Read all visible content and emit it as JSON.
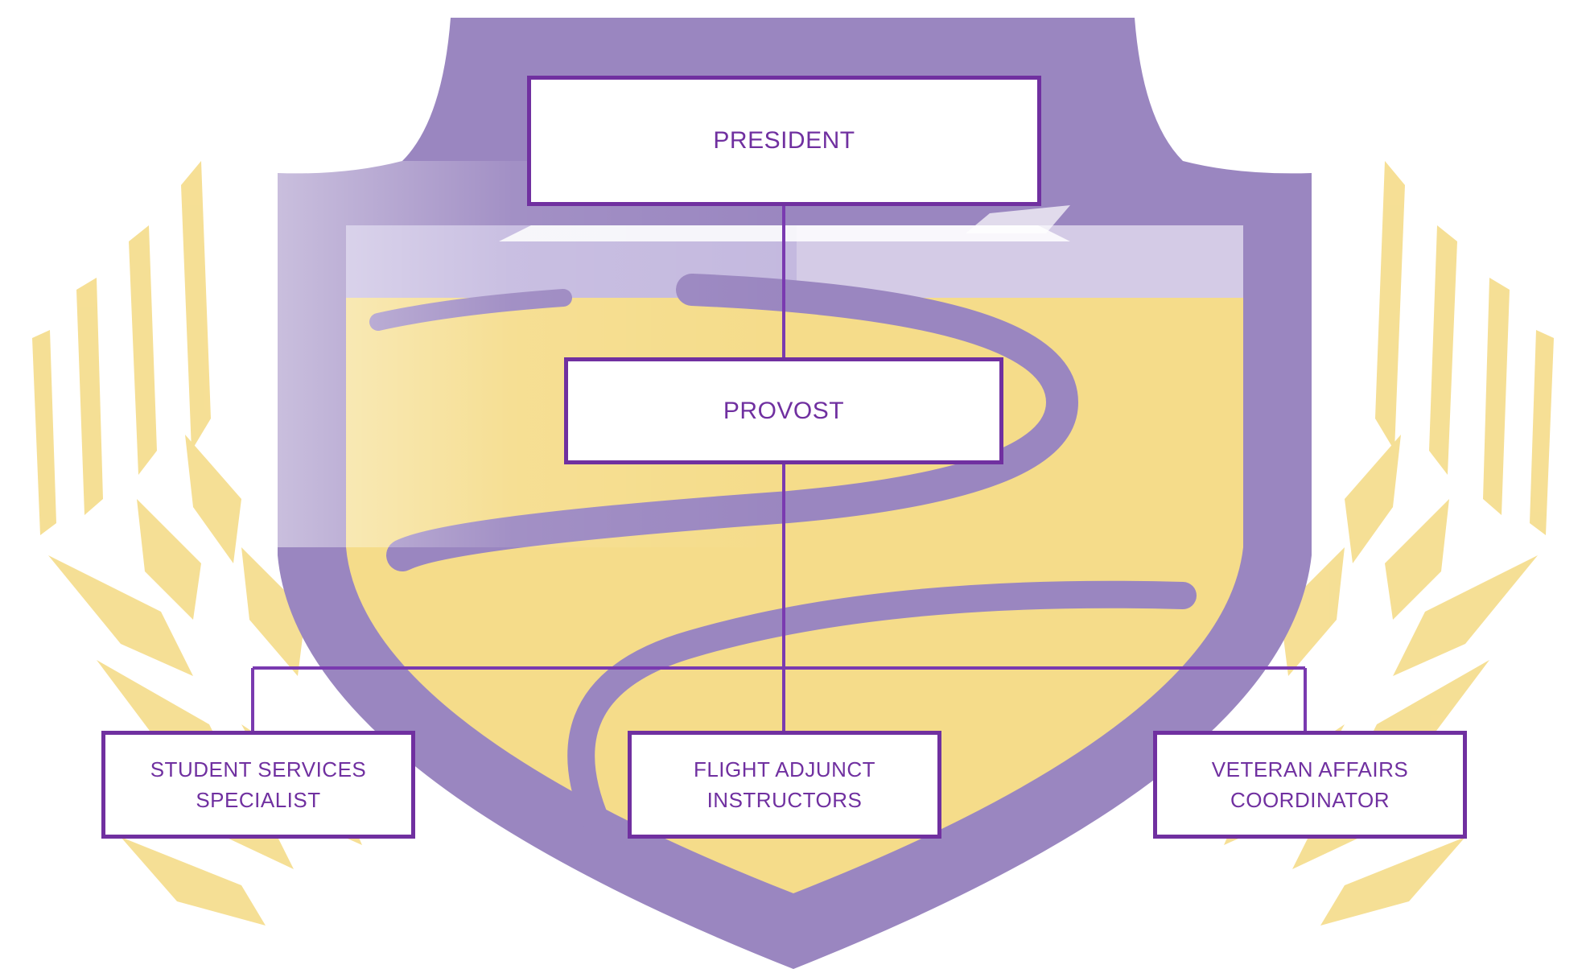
{
  "colors": {
    "box_border": "#7030a0",
    "box_text": "#7030a0",
    "connector": "#7a3ab0",
    "shield_purple": "#9a86c0",
    "wheat_gold": "#f3d77e"
  },
  "background": {
    "emblem_icon": "shield-with-wheat-wreath-emblem"
  },
  "org_chart": {
    "president": {
      "label": "PRESIDENT"
    },
    "provost": {
      "label": "PROVOST"
    },
    "reports": [
      {
        "line1": "STUDENT SERVICES",
        "line2": "SPECIALIST"
      },
      {
        "line1": "FLIGHT ADJUNCT",
        "line2": "INSTRUCTORS"
      },
      {
        "line1": "VETERAN AFFAIRS",
        "line2": "COORDINATOR"
      }
    ]
  }
}
